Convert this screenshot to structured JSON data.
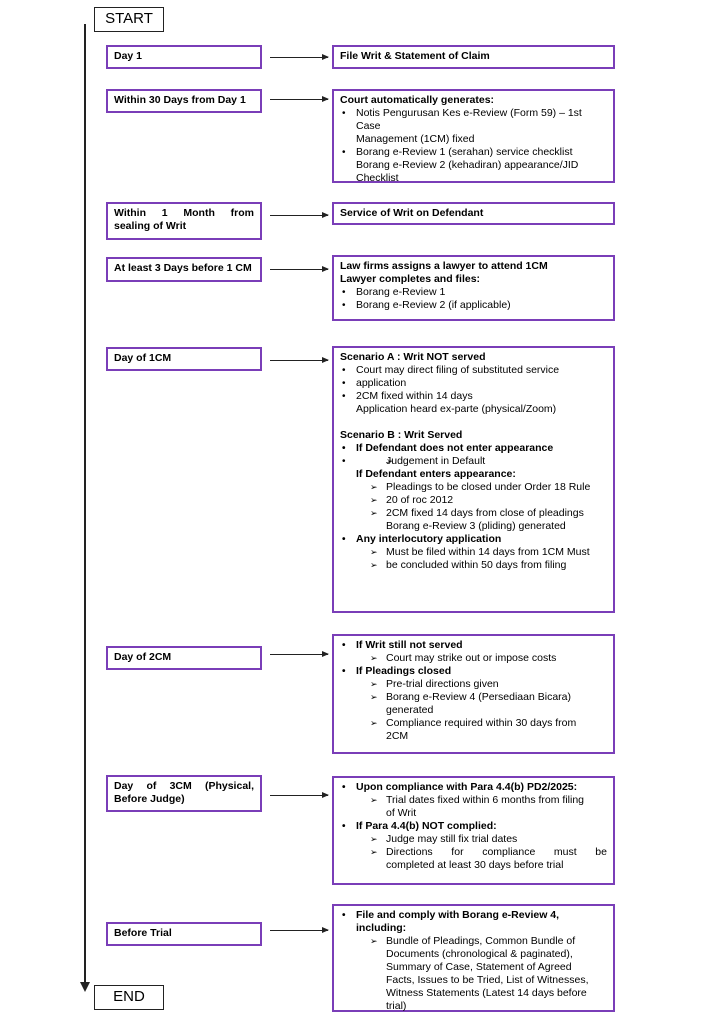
{
  "terminals": {
    "start": "START",
    "end": "END"
  },
  "steps": [
    {
      "label": "Day 1",
      "content": {
        "heading": "File Writ & Statement of Claim"
      }
    },
    {
      "label": "Within 30 Days from Day 1",
      "content": {
        "heading": "Court automatically generates:",
        "lines": [
          "Notis Pengurusan Kes e-Review (Form 59) – 1st Case",
          "Management (1CM) fixed",
          "Borang e-Review 1 (serahan) service checklist",
          "Borang e-Review 2 (kehadiran) appearance/JID",
          "Checklist"
        ]
      }
    },
    {
      "label": "Within 1 Month from sealing of Writ",
      "content": {
        "heading": "Service of Writ on Defendant"
      }
    },
    {
      "label": "At least 3 Days before 1 CM",
      "content": {
        "heading": "Law firms assigns a lawyer to attend 1CM",
        "heading2": "Lawyer completes and files:",
        "lines": [
          "Borang e-Review 1",
          "Borang e-Review 2 (if applicable)"
        ]
      }
    },
    {
      "label": "Day of 1CM",
      "content": {
        "scenario_a": "Scenario A : Writ NOT served",
        "a_lines": [
          "Court may direct filing of substituted service",
          "application",
          "2CM fixed within 14 days",
          "Application heard ex-parte (physical/Zoom)"
        ],
        "scenario_b": "Scenario B : Writ Served",
        "b_not_enter": "If Defendant does not enter appearance",
        "b_default": "Judgement in Default",
        "b_enter": "If Defendant enters appearance:",
        "b_enter_lines": [
          "Pleadings to be closed under Order 18 Rule",
          "20 of roc 2012",
          "2CM fixed 14 days from close of pleadings",
          "Borang e-Review 3 (pliding) generated"
        ],
        "b_interloc": "Any interlocutory application",
        "b_interloc_lines": [
          "Must be filed within 14 days from 1CM Must",
          "be concluded within 50 days from filing"
        ]
      }
    },
    {
      "label": "Day of 2CM",
      "content": {
        "not_served": "If Writ still not served",
        "not_served_line": "Court may strike out or impose costs",
        "closed": "If Pleadings closed",
        "closed_lines": [
          "Pre-trial directions given",
          "Borang e-Review 4 (Persediaan Bicara)",
          "generated",
          "Compliance required within 30 days from",
          "2CM"
        ]
      }
    },
    {
      "label": "Day of 3CM (Physical, Before Judge)",
      "content": {
        "upon": "Upon compliance with Para 4.4(b) PD2/2025:",
        "upon_lines": [
          "Trial dates fixed within 6 months from filing",
          "of Writ"
        ],
        "not": "If Para 4.4(b) NOT complied:",
        "not_lines": [
          "Judge may still fix trial dates",
          "Directions for compliance must be",
          "completed at least 30 days before trial"
        ]
      }
    },
    {
      "label": "Before Trial",
      "content": {
        "heading": "File and comply with Borang e-Review 4, including:",
        "lines": [
          "Bundle of Pleadings, Common Bundle of",
          "Documents (chronological & paginated),",
          "Summary of Case, Statement of Agreed",
          "Facts, Issues to be Tried, List of Witnesses,",
          "Witness Statements (Latest 14 days before",
          "trial)"
        ]
      }
    }
  ],
  "colors": {
    "box_border": "#7a3eb8",
    "line": "#222222"
  }
}
